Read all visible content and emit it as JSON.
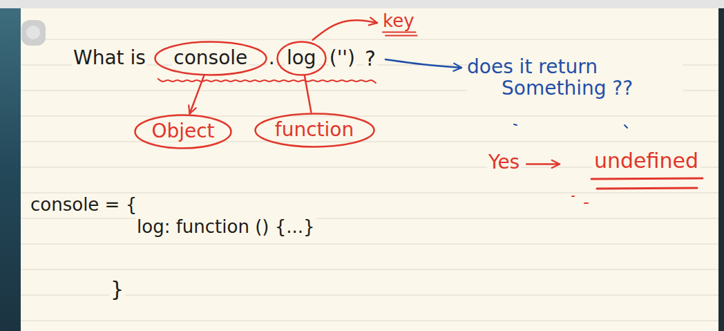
{
  "diagram": {
    "nodes": [
      {
        "text": [
          "console"
        ]
      },
      {
        "text": [
          "log"
        ]
      },
      {
        "text": [
          "Object"
        ]
      },
      {
        "text": [
          "function"
        ]
      }
    ],
    "edges": [
      {
        "from": 0,
        "to": 2,
        "arrow": "to"
      },
      {
        "from": 1,
        "to": 3,
        "arrow": "none"
      }
    ],
    "labels": [
      "What is",
      ".",
      "('')",
      "?",
      "key",
      "does it return Something ??",
      "Yes",
      "undefined",
      "console = {",
      "log: function () {...}",
      "}"
    ]
  }
}
